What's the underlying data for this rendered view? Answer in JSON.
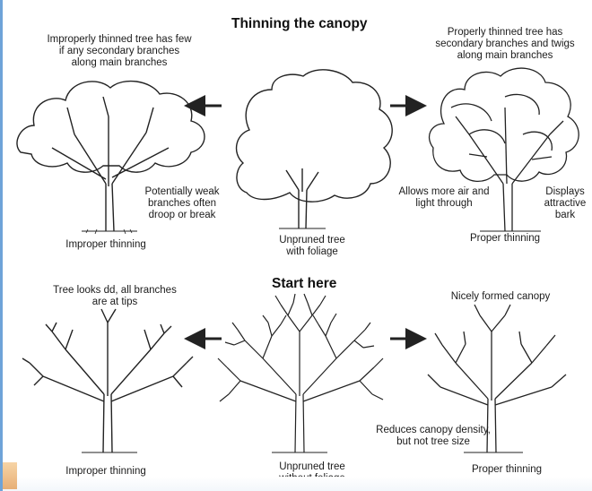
{
  "titles": {
    "top": "Thinning the canopy",
    "bottom": "Start here"
  },
  "top_row": {
    "left": {
      "caption": "Improper thinning",
      "note": [
        "Improperly thinned tree has few",
        "if any secondary branches",
        "along main branches"
      ],
      "side_note": [
        "Potentially weak",
        "branches often",
        "droop or break"
      ]
    },
    "center": {
      "caption": [
        "Unpruned tree",
        "with foliage"
      ]
    },
    "right": {
      "caption": "Proper thinning",
      "note": [
        "Properly thinned tree has",
        "secondary branches and twigs",
        "along main branches"
      ],
      "air_note": [
        "Allows more air and",
        "light through"
      ],
      "bark_note": [
        "Displays",
        "attractive",
        "bark"
      ]
    }
  },
  "bottom_row": {
    "left": {
      "caption": "Improper thinning",
      "note": [
        "Tree looks dd, all branches",
        "are at tips"
      ]
    },
    "center": {
      "caption": [
        "Unpruned tree",
        "without foliage"
      ]
    },
    "right": {
      "caption": "Proper thinning",
      "note": "Nicely formed canopy",
      "density_note": [
        "Reduces canopy density,",
        "but not tree size"
      ]
    }
  },
  "colors": {
    "frame": "#6ea3d8",
    "ink": "#1b1b1b"
  }
}
